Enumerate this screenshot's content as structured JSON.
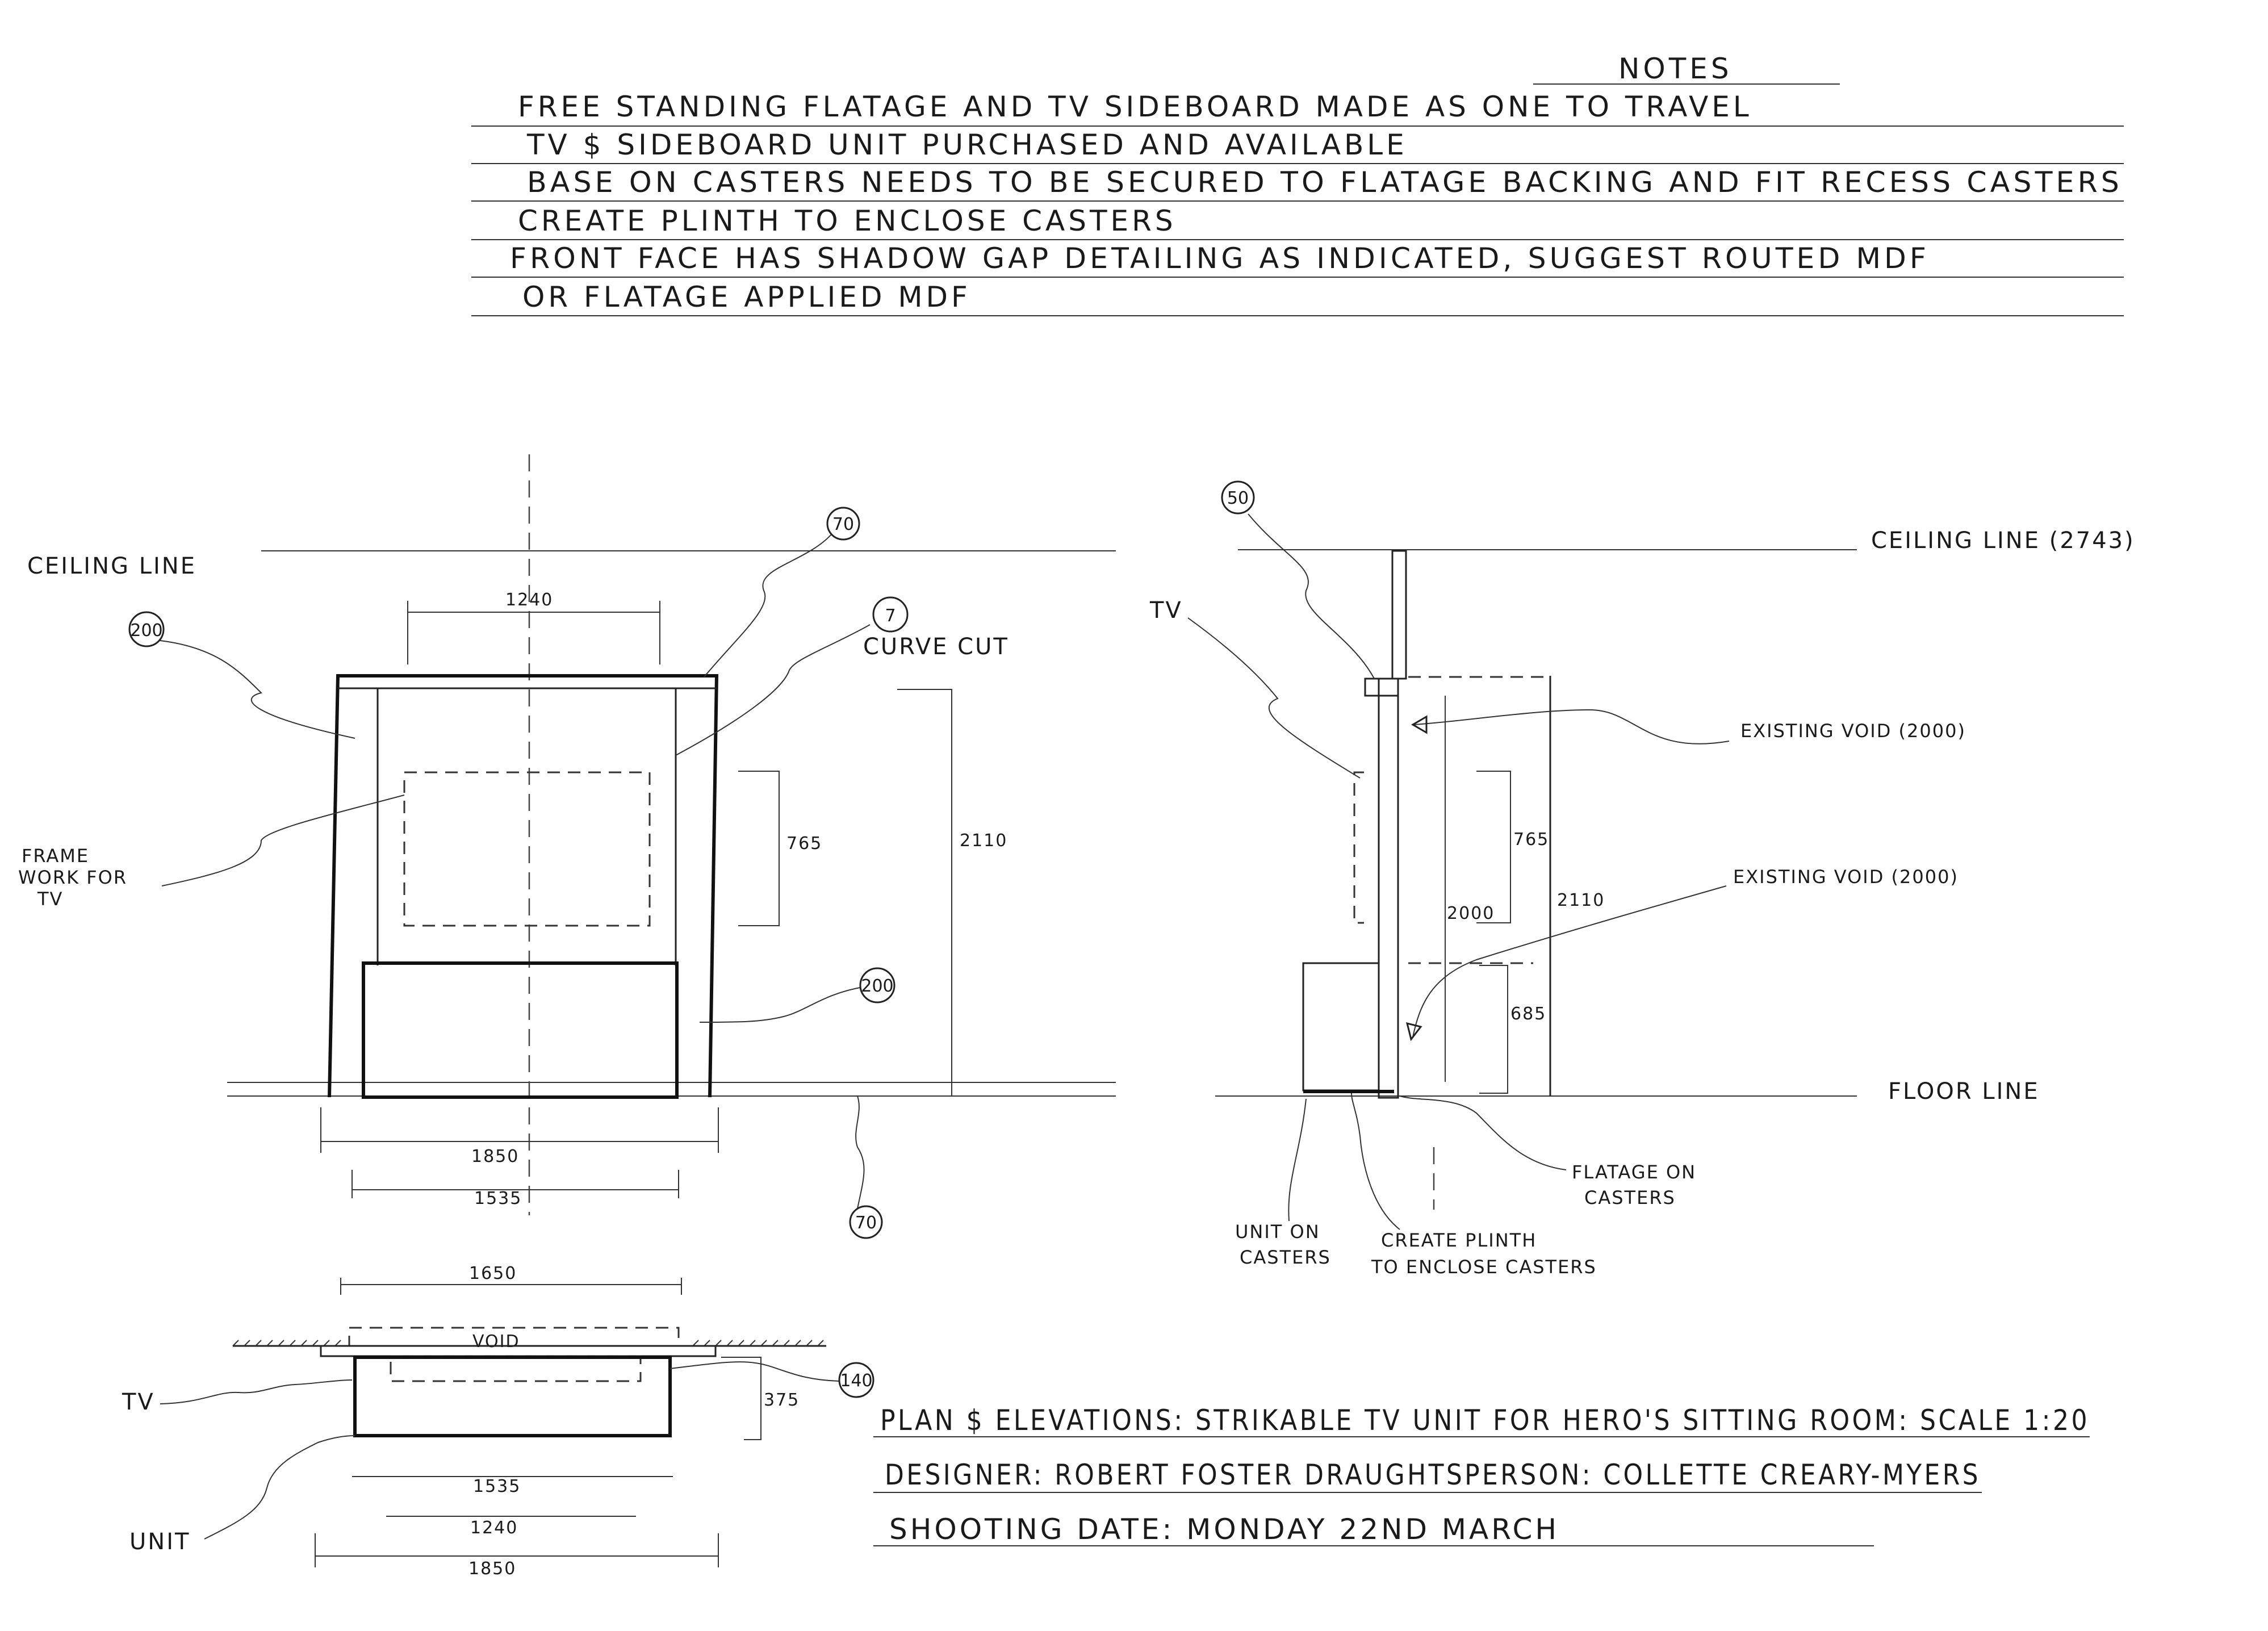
{
  "notes": {
    "heading": "NOTES",
    "lines": [
      "FREE STANDING FLATAGE AND TV SIDEBOARD MADE AS ONE TO TRAVEL",
      "TV $ SIDEBOARD UNIT PURCHASED AND AVAILABLE",
      "BASE ON CASTERS NEEDS TO BE SECURED TO FLATAGE BACKING AND FIT RECESS CASTERS",
      "CREATE PLINTH TO ENCLOSE CASTERS",
      "FRONT FACE HAS SHADOW GAP DETAILING AS INDICATED, SUGGEST ROUTED MDF",
      "OR FLATAGE APPLIED MDF"
    ]
  },
  "front_elevation": {
    "ceiling_label": "CEILING LINE",
    "frame_label": [
      "FRAME",
      "WORK FOR",
      "TV"
    ],
    "curve_cut_label": "CURVE CUT",
    "bubbles": {
      "top_left": "200",
      "top": "70",
      "curve": "7",
      "unit": "200",
      "floor": "70"
    },
    "dims": {
      "top_width": "1240",
      "tv_height": "765",
      "total_height": "2110",
      "floor_outer": "1850",
      "floor_inner": "1535"
    }
  },
  "side_elevation": {
    "ceiling_label": "CEILING LINE (2743)",
    "floor_label": "FLOOR LINE",
    "tv_label": "TV",
    "bubble": "50",
    "void_upper": "EXISTING VOID (2000)",
    "void_lower": "EXISTING VOID (2000)",
    "flatage_label": [
      "FLATAGE ON",
      "CASTERS"
    ],
    "unit_label": [
      "UNIT ON",
      "CASTERS"
    ],
    "plinth_label": [
      "CREATE PLINTH",
      "TO ENCLOSE CASTERS"
    ],
    "dims": {
      "tv": "765",
      "void": "2000",
      "total": "2110",
      "lower": "685"
    }
  },
  "plan": {
    "void_label": "VOID",
    "tv_label": "TV",
    "unit_label": "UNIT",
    "bubble": "140",
    "dims": {
      "top": "1650",
      "depth": "375",
      "inner1": "1535",
      "inner2": "1240",
      "outer": "1850"
    }
  },
  "title_block": {
    "line1": "PLAN $ ELEVATIONS: STRIKABLE TV UNIT FOR HERO'S SITTING ROOM: SCALE 1:20",
    "line2": "DESIGNER: ROBERT FOSTER  DRAUGHTSPERSON: COLLETTE CREARY-MYERS",
    "line3": "SHOOTING DATE: MONDAY 22ND MARCH"
  }
}
